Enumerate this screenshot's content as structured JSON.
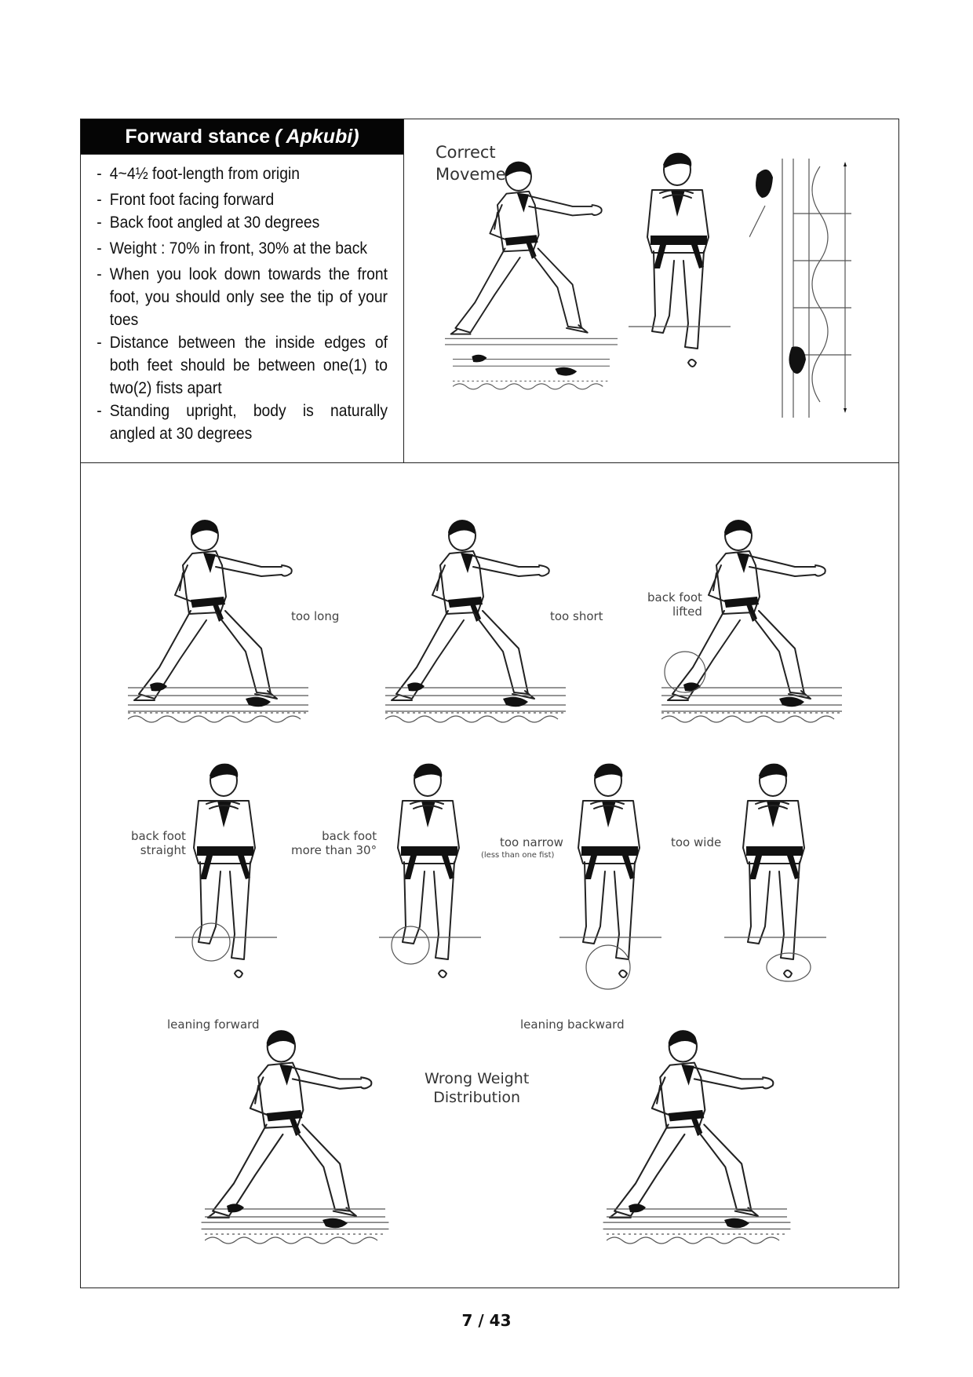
{
  "title": {
    "main": "Forward stance",
    "sub": "( Apkubi)"
  },
  "bullets": [
    "4~4½  foot-length from origin",
    "Front foot facing forward",
    "Back foot angled at 30 degrees",
    "Weight : 70% in front, 30% at the back",
    "When you look down towards the front foot, you should only see the tip of your toes",
    "Distance between the inside edges of both feet should be between one(1) to two(2) fists apart",
    "Standing upright, body is naturally angled at 30 degrees"
  ],
  "correct_label": "Correct\nMovement",
  "errors": {
    "too_long": "too long",
    "too_short": "too short",
    "back_foot_lifted": "back foot\nlifted",
    "back_foot_straight": "back foot\nstraight",
    "back_foot_more_than_30": "back foot\nmore than 30°",
    "too_narrow": "too narrow",
    "too_narrow_note": "(less than one fist)",
    "too_wide": "too wide",
    "leaning_forward": "leaning forward",
    "leaning_backward": "leaning backward",
    "wrong_weight": "Wrong Weight\nDistribution"
  },
  "page": {
    "current": "7",
    "separator": "/",
    "total": "43"
  }
}
